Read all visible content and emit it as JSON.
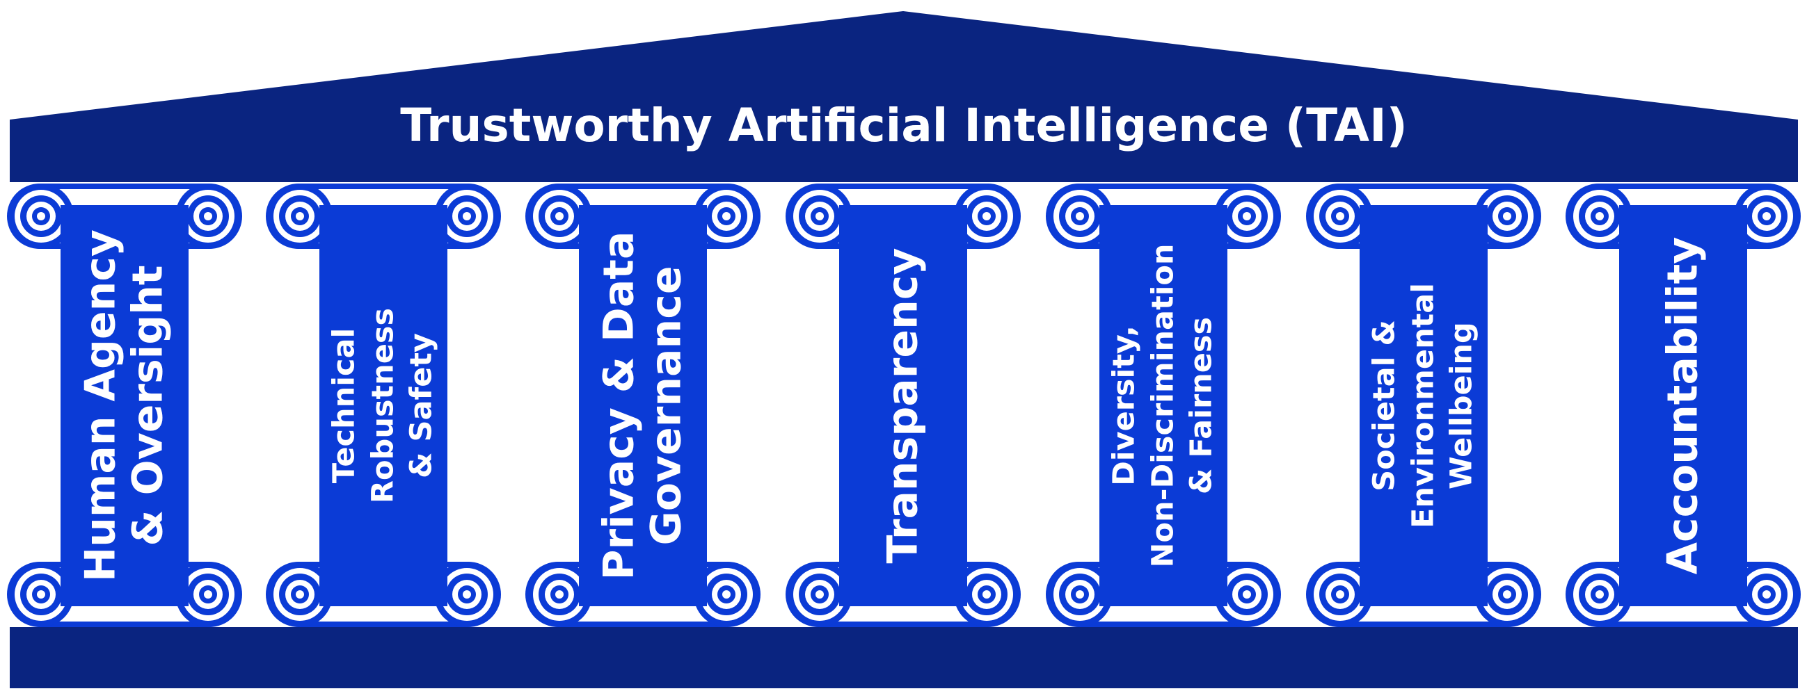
{
  "title": "Trustworthy Artificial Intelligence (TAI)",
  "colors": {
    "dark_navy": "#0A2480",
    "royal_blue": "#0B3BD6",
    "white": "#FFFFFF"
  },
  "pillars": [
    {
      "lines": [
        "Human Agency",
        "& Oversight"
      ],
      "size": "large"
    },
    {
      "lines": [
        "Technical",
        "Robustness",
        "& Safety"
      ],
      "size": "small"
    },
    {
      "lines": [
        "Privacy & Data",
        "Governance"
      ],
      "size": "large"
    },
    {
      "lines": [
        "Transparency"
      ],
      "size": "large"
    },
    {
      "lines": [
        "Diversity,",
        "Non-Discrimination",
        "& Fairness"
      ],
      "size": "small"
    },
    {
      "lines": [
        "Societal &",
        "Environmental",
        "Wellbeing"
      ],
      "size": "small"
    },
    {
      "lines": [
        "Accountability"
      ],
      "size": "large"
    }
  ]
}
